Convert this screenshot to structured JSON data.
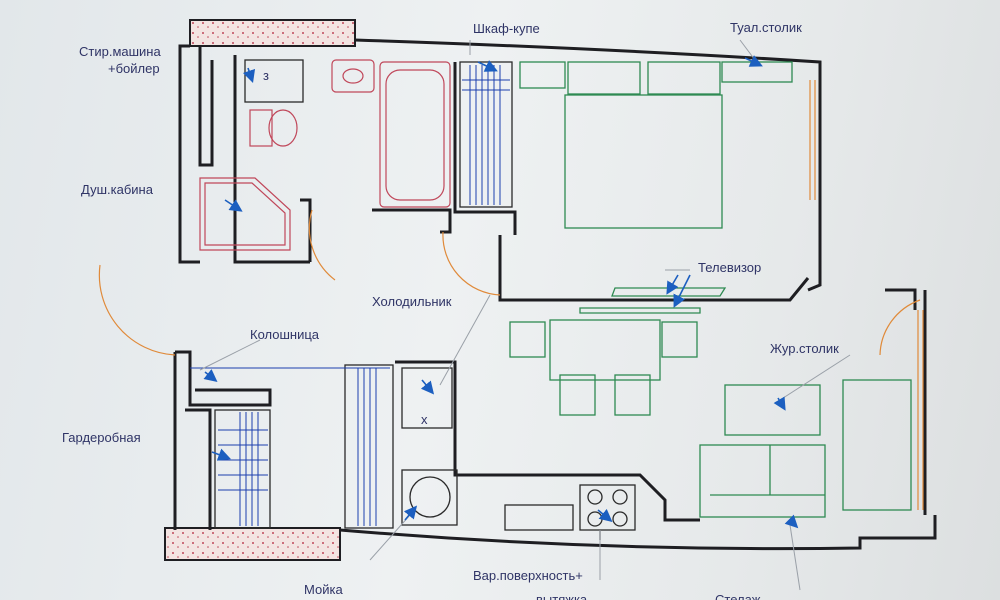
{
  "labels": {
    "washer_boiler_1": "Стир.машина",
    "washer_boiler_2": "+бойлер",
    "shower": "Душ.кабина",
    "wardrobe": "Шкаф-купе",
    "dressing_table": "Туал.столик",
    "tv": "Телевизор",
    "fridge": "Холодильник",
    "column": "Колошница",
    "walk_in_closet": "Гардеробная",
    "coffee_table": "Жур.столик",
    "sink": "Мойка",
    "hob_1": "Вар.поверхность+",
    "hob_2": "вытяжка",
    "shelf": "Стелаж"
  },
  "marks": {
    "washer": "з",
    "fridge": "x"
  },
  "colors": {
    "walls": "#1e1e22",
    "furniture": "#2e8a52",
    "plumbing": "#c0475a",
    "doors": "#e08a3a",
    "text": "#2f3466",
    "arrows": "#1c5fc0",
    "brick": "#c0475a"
  }
}
